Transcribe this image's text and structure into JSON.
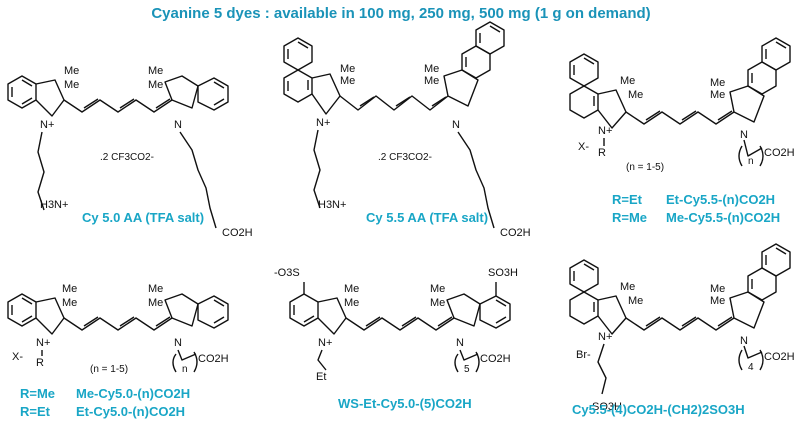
{
  "title": "Cyanine 5 dyes : available in 100 mg, 250 mg, 500 mg (1 g on demand)",
  "compounds": [
    {
      "name": "Cy 5.0 AA (TFA salt)",
      "counterion": ".2 CF3CO2-",
      "amine": "H3N+",
      "acid": "CO2H",
      "methyl": "Me"
    },
    {
      "name": "Cy 5.5 AA (TFA salt)",
      "counterion": ".2 CF3CO2-",
      "amine": "H3N+",
      "acid": "CO2H",
      "methyl": "Me"
    },
    {
      "name_line1_r": "R=Et",
      "name_line1_v": "Et-Cy5.5-(n)CO2H",
      "name_line2_r": "R=Me",
      "name_line2_v": "Me-Cy5.5-(n)CO2H",
      "n_range": "(n = 1-5)",
      "anion": "X-",
      "r": "R",
      "n": "n",
      "acid": "CO2H"
    },
    {
      "name_line1_r": "R=Me",
      "name_line1_v": "Me-Cy5.0-(n)CO2H",
      "name_line2_r": "R=Et",
      "name_line2_v": "Et-Cy5.0-(n)CO2H",
      "n_range": "(n = 1-5)",
      "anion": "X-",
      "r": "R",
      "n": "n",
      "acid": "CO2H"
    },
    {
      "name": "WS-Et-Cy5.0-(5)CO2H",
      "sulfonate": "-O3S",
      "sulfonic": "SO3H",
      "ethyl": "Et",
      "n": "5",
      "acid": "CO2H"
    },
    {
      "name": "Cy5.5-(4)CO2H-(CH2)2SO3H",
      "anion": "Br-",
      "sulfonic": "SO3H",
      "n": "4",
      "acid": "CO2H"
    }
  ],
  "atoms": {
    "N": "N",
    "Nplus": "N+",
    "plus": "+",
    "minus": "-"
  }
}
